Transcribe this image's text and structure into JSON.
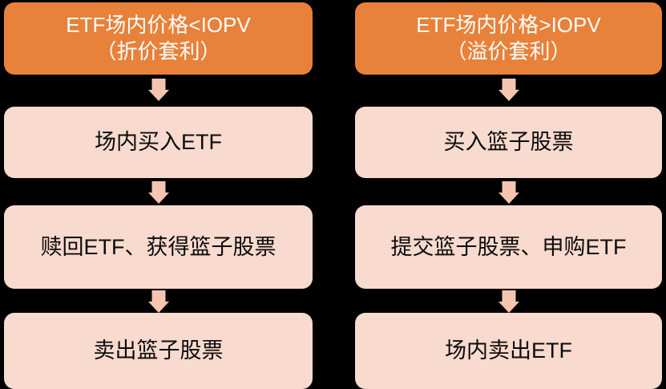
{
  "diagram": {
    "title_left": "ETF场内价格<IOPV\n（折价套利）",
    "title_right": "ETF场内价格>IOPV\n（溢价套利）",
    "colors": {
      "header_fill": "#E8813A",
      "header_text": "#FFFFFF",
      "step_fill": "#F8DACE",
      "step_text": "#0B0B0B",
      "arrow_fill": "#F5C5B0",
      "background": "#000000"
    },
    "columns": [
      {
        "name": "discount-arbitrage",
        "header": "ETF场内价格<IOPV\n（折价套利）",
        "steps": [
          "场内买入ETF",
          "赎回ETF、获得篮子股票",
          "卖出篮子股票"
        ]
      },
      {
        "name": "premium-arbitrage",
        "header": "ETF场内价格>IOPV\n（溢价套利）",
        "steps": [
          "买入篮子股票",
          "提交篮子股票、申购ETF",
          "场内卖出ETF"
        ]
      }
    ]
  }
}
